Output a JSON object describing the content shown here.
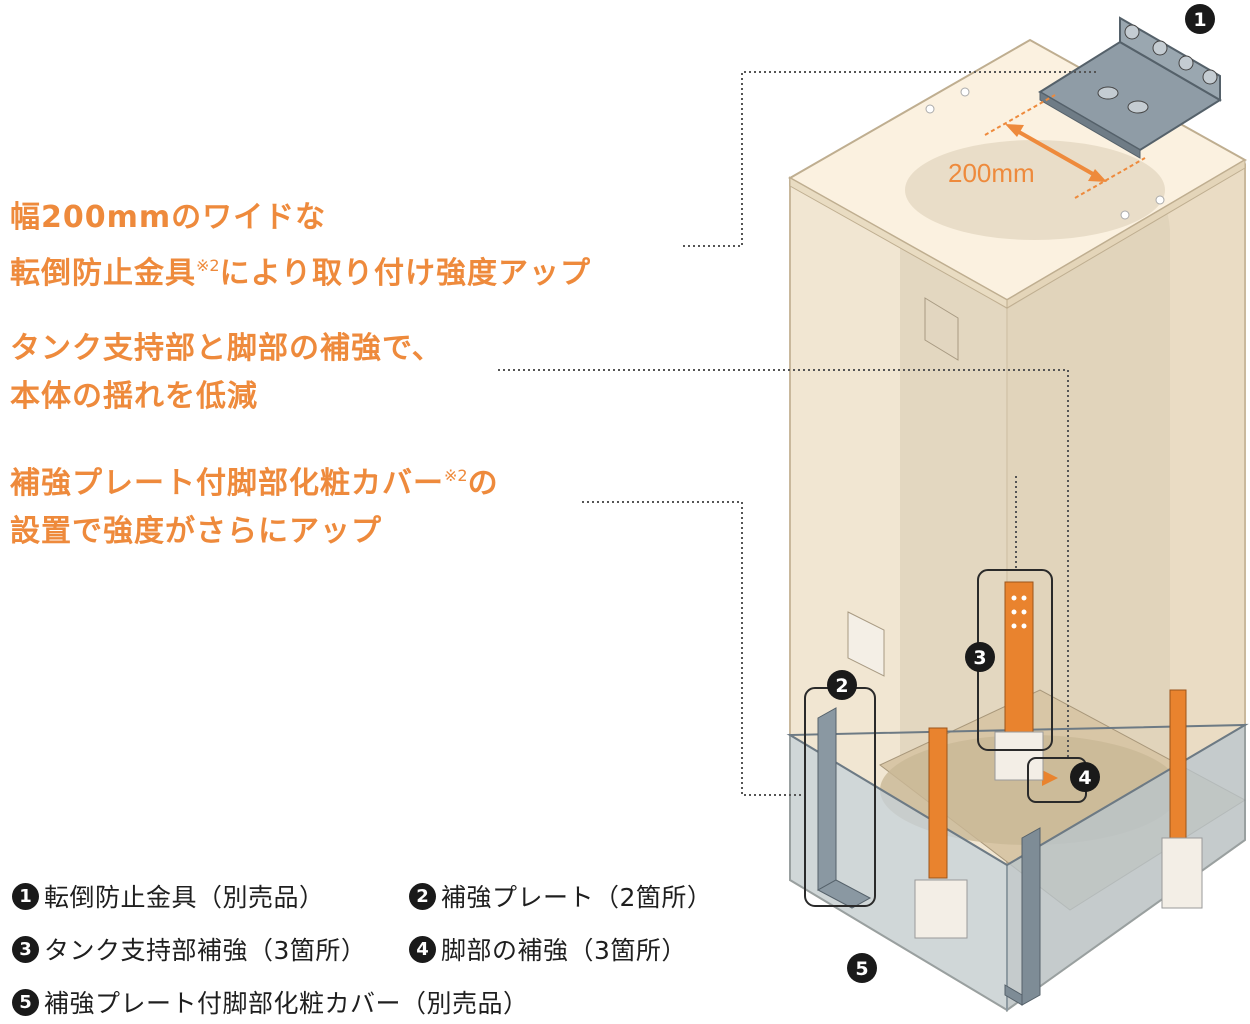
{
  "callouts": [
    {
      "line1": "幅200mmのワイドな",
      "line2_pre": "転倒防止金具",
      "line2_note": "※2",
      "line2_post": "により取り付け強度アップ"
    },
    {
      "line1": "タンク支持部と脚部の補強で、",
      "line2": "本体の揺れを低減"
    },
    {
      "line1_pre": "補強プレート付脚部化粧カバー",
      "line1_note": "※2",
      "line1_post": "の",
      "line2": "設置で強度がさらにアップ"
    }
  ],
  "dimension_label": "200mm",
  "markers": [
    "1",
    "2",
    "3",
    "4",
    "5"
  ],
  "legend": [
    {
      "num": "1",
      "text": "転倒防止金具（別売品）"
    },
    {
      "num": "2",
      "text": "補強プレート（2箇所）"
    },
    {
      "num": "3",
      "text": "タンク支持部補強（3箇所）"
    },
    {
      "num": "4",
      "text": "脚部の補強（3箇所）"
    },
    {
      "num": "5",
      "text": "補強プレート付脚部化粧カバー（別売品）"
    }
  ],
  "colors": {
    "accent_orange": "#ee8a3c",
    "cabinet_fill": "#f6ead6",
    "cover_fill": "#c6d2da",
    "steel_gray": "#7e8c96",
    "marker_black": "#1a1a1a"
  }
}
